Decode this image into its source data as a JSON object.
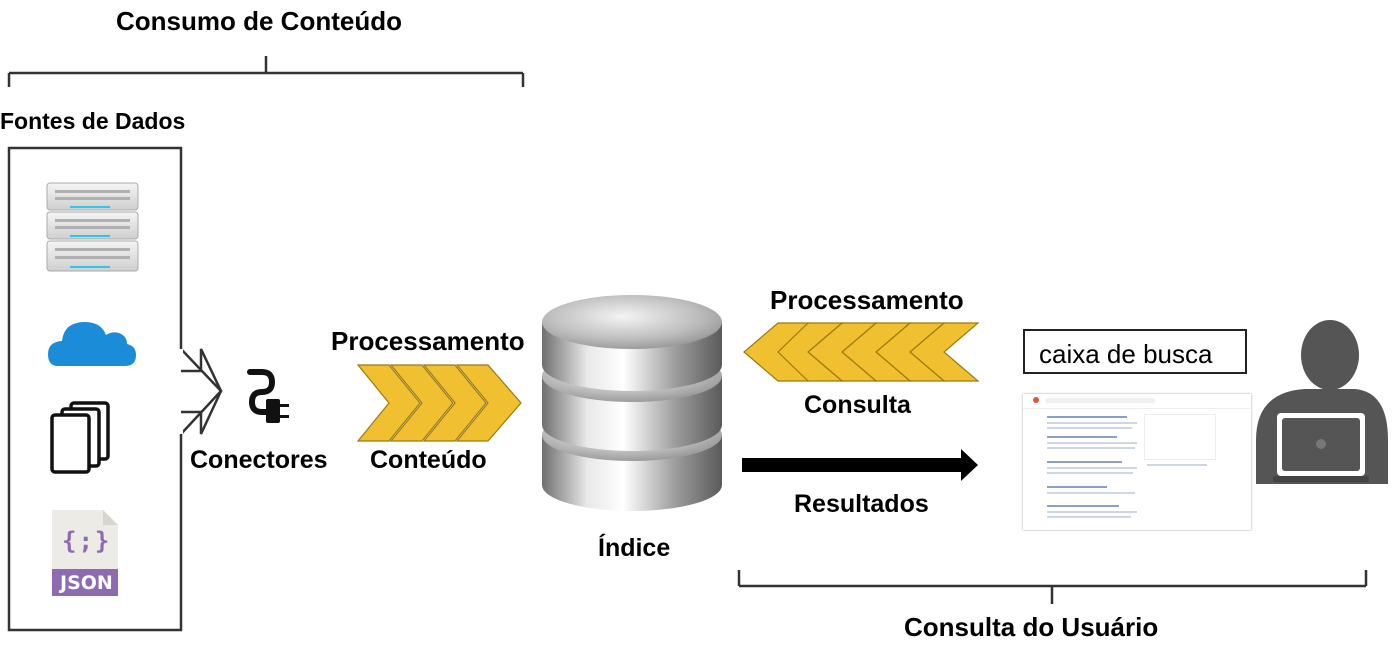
{
  "labels": {
    "consumo_conteudo": "Consumo de Conteúdo",
    "fontes_dados": "Fontes de Dados",
    "conectores": "Conectores",
    "processamento_conteudo": "Processamento",
    "conteudo": "Conteúdo",
    "indice": "Índice",
    "processamento_consulta": "Processamento",
    "consulta": "Consulta",
    "resultados": "Resultados",
    "consulta_usuario": "Consulta do Usuário",
    "caixa_busca": "caixa de busca"
  },
  "icons": {
    "json_label": "JSON",
    "json_braces": "{;}"
  },
  "colors": {
    "chevron_fill": "#f0c030",
    "chevron_stroke": "#9a7a10",
    "cloud": "#1a8cd8",
    "json_purple": "#8e6bb0",
    "person": "#555555",
    "arrow": "#000000"
  }
}
